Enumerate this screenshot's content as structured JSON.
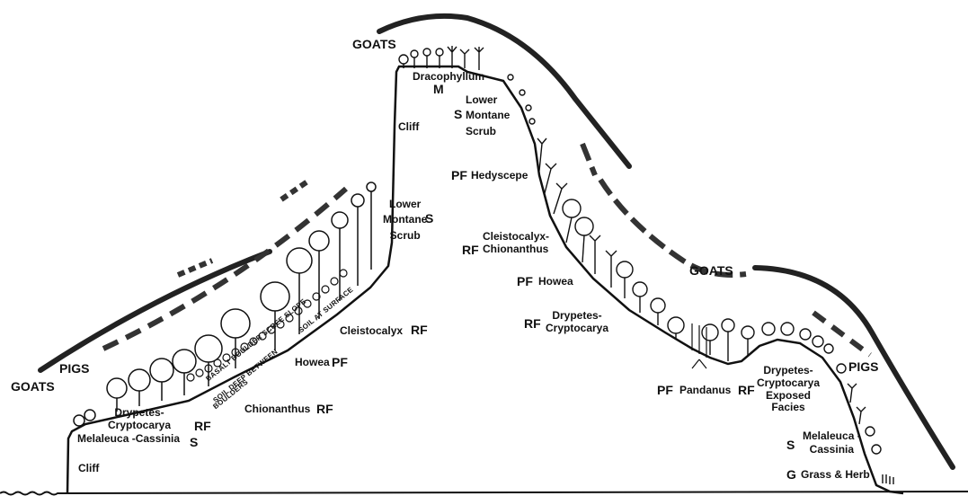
{
  "animals": {
    "goats": "GOATS",
    "pigs": "PIGS"
  },
  "left_slope": {
    "cliff_bottom": "Cliff",
    "melaleuca": "Melaleuca -Cassinia",
    "melaleuca_code": "S",
    "drypetes": "Drypetes-\nCryptocarya",
    "drypetes_code": "RF",
    "chionanthus": "Chionanthus",
    "chionanthus_code": "RF",
    "howea": "Howea",
    "howea_code": "PF",
    "cleistocalyx": "Cleistocalyx",
    "cleistocalyx_code": "RF",
    "lower_montane": "Lower\nMontane\nScrub",
    "lower_montane_code": "S",
    "cliff_top": "Cliff",
    "scree_1": "BASALT BOULDER SCREE SLOPE",
    "scree_2": "SOIL DEEP BETWEEN",
    "scree_3": "BOULDERS",
    "scree_4": "SOIL AT SURFACE"
  },
  "summit": {
    "dracophyllum": "Dracophyllum",
    "code": "M"
  },
  "right_slope": {
    "lower_montane_code": "S",
    "lower_montane": "Lower\nMontane\nScrub",
    "hedyscepe_code": "PF",
    "hedyscepe": "Hedyscepe",
    "cleistocalyx_code": "RF",
    "cleistocalyx": "Cleistocalyx-\nChionanthus",
    "howea_code": "PF",
    "howea": "Howea",
    "drypetes_code": "RF",
    "drypetes": "Drypetes-\nCryptocarya",
    "pandanus_code": "PF",
    "pandanus": "Pandanus",
    "exposed_code": "RF",
    "exposed": "Drypetes-\nCryptocarya\nExposed\nFacies",
    "melaleuca_code": "S",
    "melaleuca": "Melaleuca -\nCassinia",
    "grass_code": "G",
    "grass": "Grass & Herb"
  }
}
